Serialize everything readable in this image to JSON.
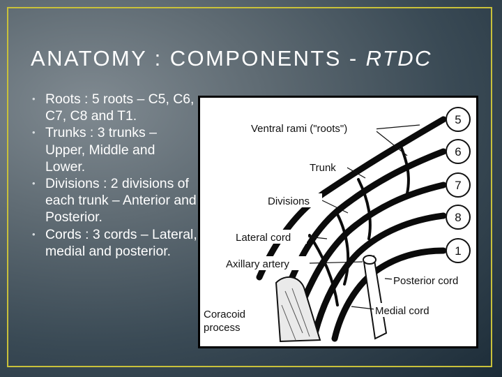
{
  "slide": {
    "title": "ANATOMY : COMPONENTS - ",
    "title_emphasis": "RTDC",
    "bullets": [
      {
        "text": "Roots : 5 roots – C5, C6, C7, C8 and T1."
      },
      {
        "text": "Trunks : 3 trunks – Upper, Middle and Lower."
      },
      {
        "text": "Divisions : 2 divisions of each trunk – Anterior and Posterior."
      },
      {
        "text": "Cords : 3 cords – Lateral, medial and posterior."
      }
    ],
    "bullet_symbol": "•"
  },
  "figure": {
    "labels": {
      "ventral_rami": "Ventral rami (\"roots\")",
      "trunk": "Trunk",
      "divisions": "Divisions",
      "lateral_cord": "Lateral cord",
      "axillary_artery": "Axillary artery",
      "posterior_cord": "Posterior cord",
      "medial_cord": "Medial cord",
      "coracoid_line1": "Coracoid",
      "coracoid_line2": "process"
    },
    "root_numbers": [
      "5",
      "6",
      "7",
      "8",
      "1"
    ]
  },
  "colors": {
    "frame": "#c9c13a",
    "text": "#ffffff",
    "figure_background": "#ffffff"
  }
}
